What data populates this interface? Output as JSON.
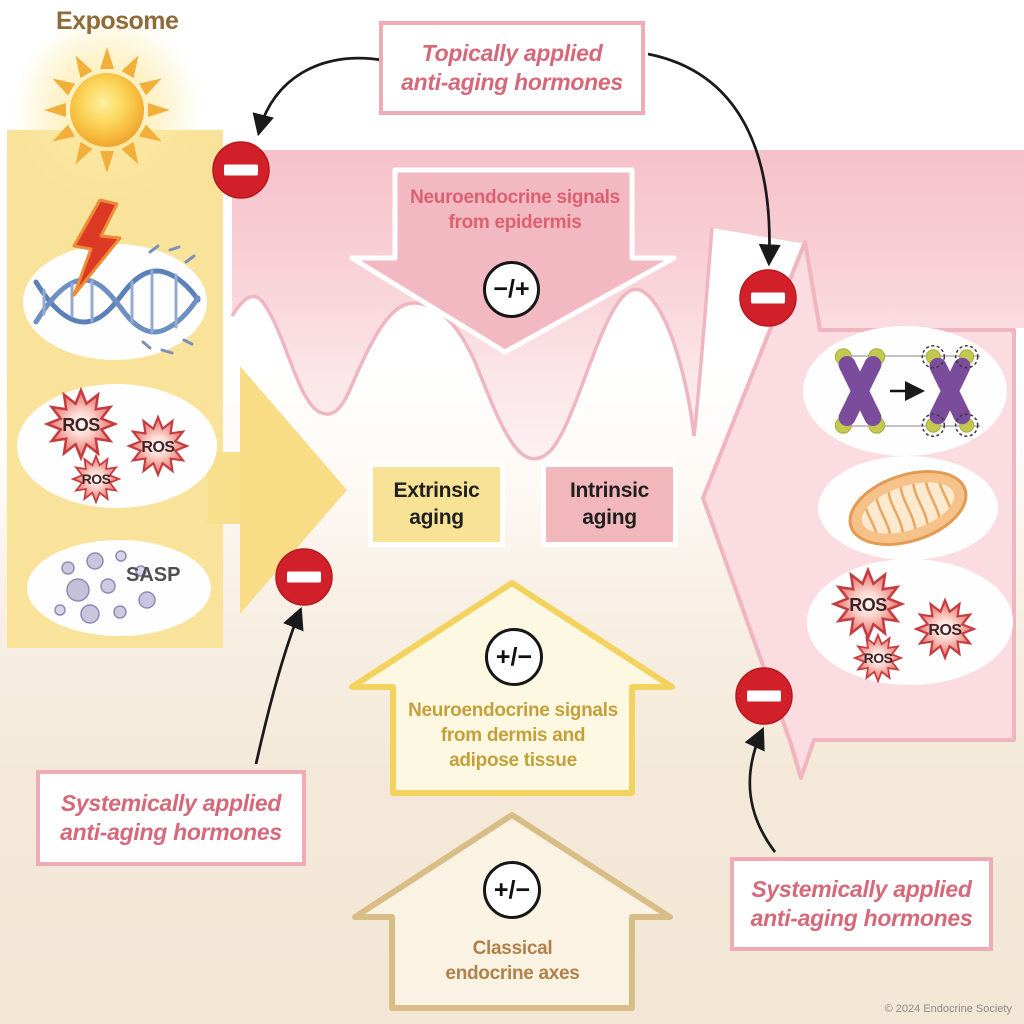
{
  "page": {
    "exposome_label": "Exposome",
    "copyright": "© 2024 Endocrine Society"
  },
  "hormone_boxes": {
    "topical": {
      "line1": "Topically applied",
      "line2": "anti-aging hormones"
    },
    "systemic_left": {
      "line1": "Systemically applied",
      "line2": "anti-aging hormones"
    },
    "systemic_right": {
      "line1": "Systemically applied",
      "line2": "anti-aging hormones"
    }
  },
  "signal_arrows": {
    "epidermis": {
      "line1": "Neuroendocrine signals",
      "line2": "from epidermis",
      "modulation": "−/+"
    },
    "dermis": {
      "line1": "Neuroendocrine signals",
      "line2": "from dermis and",
      "line3": "adipose tissue",
      "modulation": "+/−"
    },
    "classical": {
      "line1": "Classical",
      "line2": "endocrine axes",
      "modulation": "+/−"
    }
  },
  "aging_boxes": {
    "extrinsic": {
      "line1": "Extrinsic",
      "line2": "aging"
    },
    "intrinsic": {
      "line1": "Intrinsic",
      "line2": "aging"
    }
  },
  "icon_labels": {
    "ros": "ROS",
    "sasp": "SASP"
  },
  "colors": {
    "prohibition_red": "#d2202a",
    "exposome_panel_yellow": "#f9e39b",
    "epidermis_band_pink": "#f5c1ca",
    "epidermis_arrow_pink": "#f2b9c2",
    "intrinsic_arrow_pink": "#fbdce0",
    "extrinsic_box_yellow": "#f8e295",
    "intrinsic_box_pink": "#f2b7bb",
    "hormone_text_pink": "#d5697a",
    "dermis_text_gold": "#c5a03a",
    "classical_text_tan": "#b28149",
    "epidermis_text_rose": "#dc6170",
    "exposome_text_brown": "#8e6b39"
  }
}
